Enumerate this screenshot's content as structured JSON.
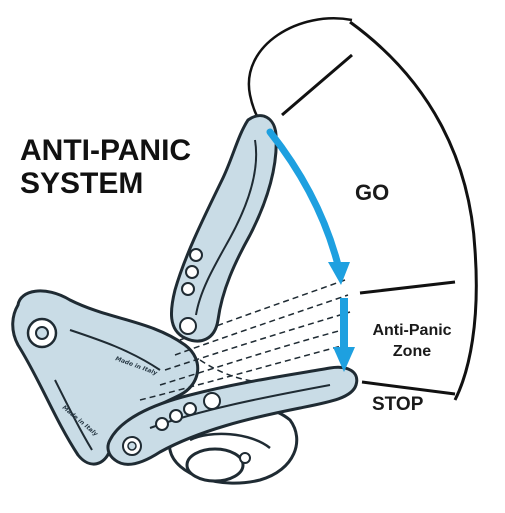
{
  "title": {
    "line1": "ANTI-PANIC",
    "line2": "SYSTEM"
  },
  "zones": {
    "go": "GO",
    "anti_panic_line1": "Anti-Panic",
    "anti_panic_line2": "Zone",
    "stop": "STOP"
  },
  "engraving": {
    "text": "Made in Italy"
  },
  "colors": {
    "handle_fill": "#c9dce6",
    "outline": "#1f2b33",
    "arrow": "#1ea0e0",
    "text": "#111111"
  },
  "icons": {
    "arc_arrow": "curved-black-arrow-icon",
    "motion_arrow": "blue-downward-arrow-icon"
  }
}
